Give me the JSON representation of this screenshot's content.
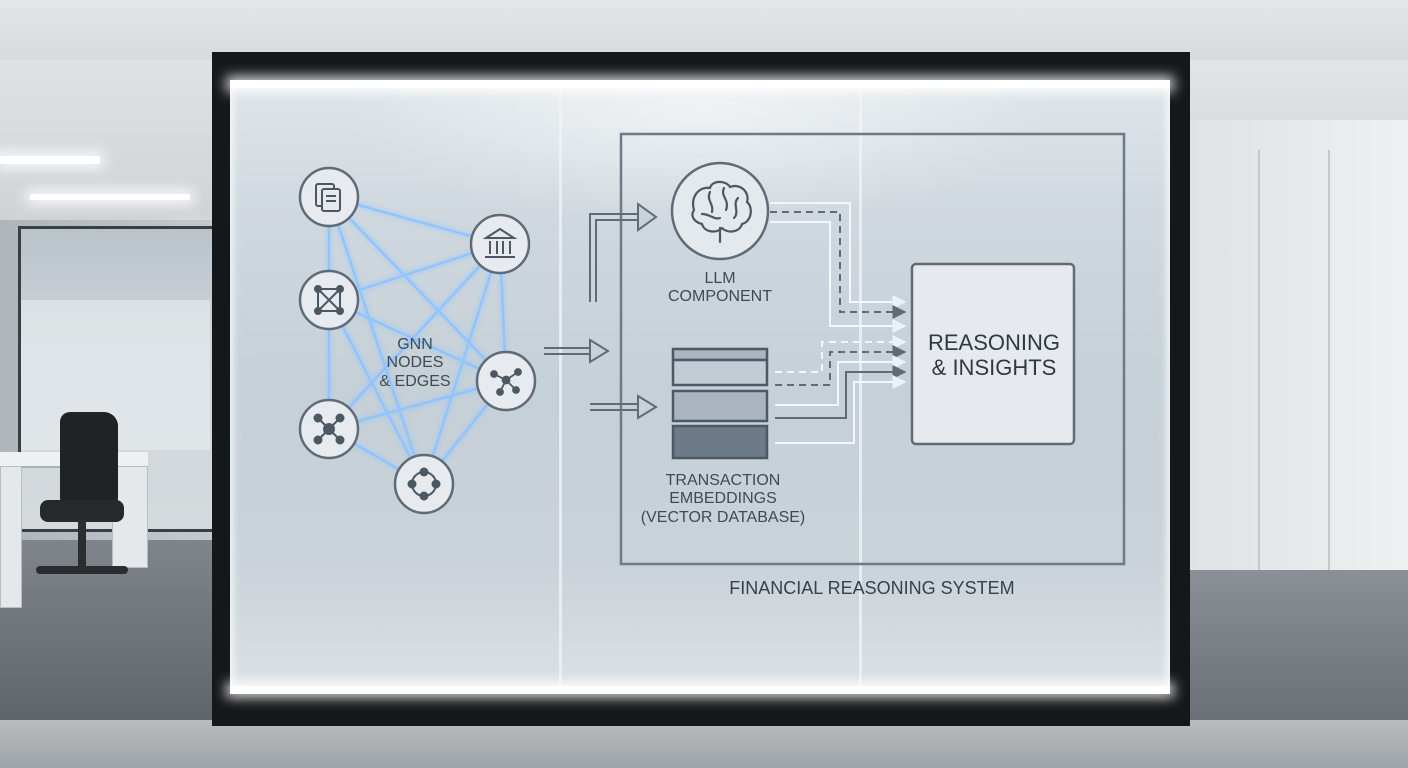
{
  "diagram": {
    "gnn": {
      "label_line1": "GNN",
      "label_line2": "NODES",
      "label_line3": "& EDGES",
      "node_icons": [
        "documents-icon",
        "bank-icon",
        "network-square-icon",
        "graph-icon",
        "hub-icon",
        "circular-network-icon"
      ]
    },
    "llm": {
      "label_line1": "LLM",
      "label_line2": "COMPONENT",
      "icon": "brain-icon"
    },
    "embeddings": {
      "label_line1": "TRANSACTION",
      "label_line2": "EMBEDDINGS",
      "label_line3": "(VECTOR DATABASE)",
      "icon": "database-stack-icon"
    },
    "output": {
      "label_line1": "REASONING",
      "label_line2": "& INSIGHTS"
    },
    "system_label": "FINANCIAL REASONING SYSTEM",
    "colors": {
      "edge_glow": "#8fc4ff",
      "line": "#5f6b77",
      "box_fill": "#e6eaee",
      "text": "#3f4a55"
    }
  }
}
